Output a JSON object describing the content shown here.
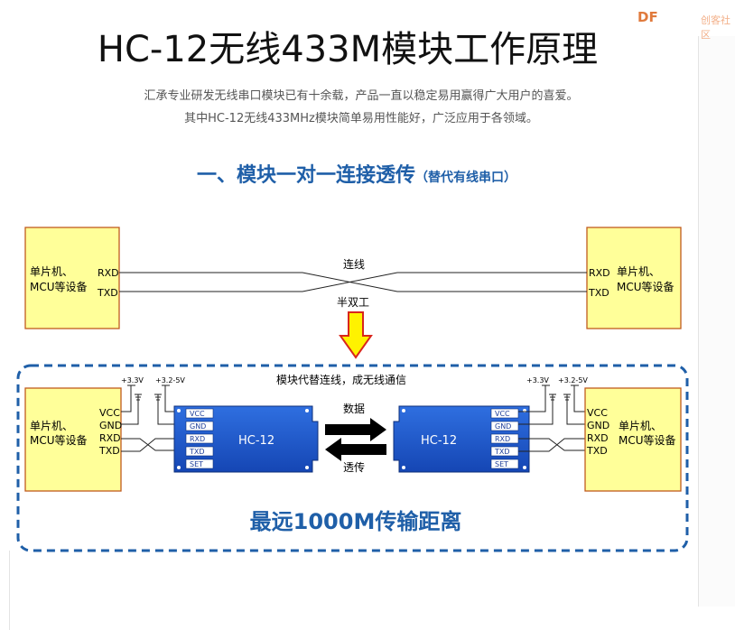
{
  "header": {
    "title": "HC-12无线433M模块工作原理",
    "intro_line1": "汇承专业研发无线串口模块已有十余载，产品一直以稳定易用赢得广大用户的喜爱。",
    "intro_line2": "其中HC-12无线433MHz模块简单易用性能好，广泛应用于各领域。",
    "watermark": "DF",
    "watermark_suffix": "创客社区"
  },
  "section": {
    "heading": "一、模块一对一连接透传",
    "heading_sub": "（替代有线串口）"
  },
  "top_diagram": {
    "device_line1": "单片机、",
    "device_line2": "MCU等设备",
    "pin_rxd": "RXD",
    "pin_txd": "TXD",
    "label_wire": "连线",
    "label_mode": "半双工"
  },
  "bottom_diagram": {
    "title": "模块代替连线，成无线通信",
    "device_line1": "单片机、",
    "device_line2": "MCU等设备",
    "mcu_pins": [
      "VCC",
      "GND",
      "RXD",
      "TXD"
    ],
    "module_pins": [
      "VCC",
      "GND",
      "RXD",
      "TXD",
      "SET"
    ],
    "module_name": "HC-12",
    "supply_a": "+3.3V",
    "supply_b": "+3.2-5V",
    "arrow_data": "数据",
    "arrow_trans": "透传",
    "range_text": "最远1000M传输距离"
  },
  "colors": {
    "device_fill": "#ffff99",
    "module_fill": "#1f5fd1",
    "accent_blue": "#1f5fa8",
    "down_arrow_fill": "#fff200",
    "down_arrow_stroke": "#d9261c"
  }
}
